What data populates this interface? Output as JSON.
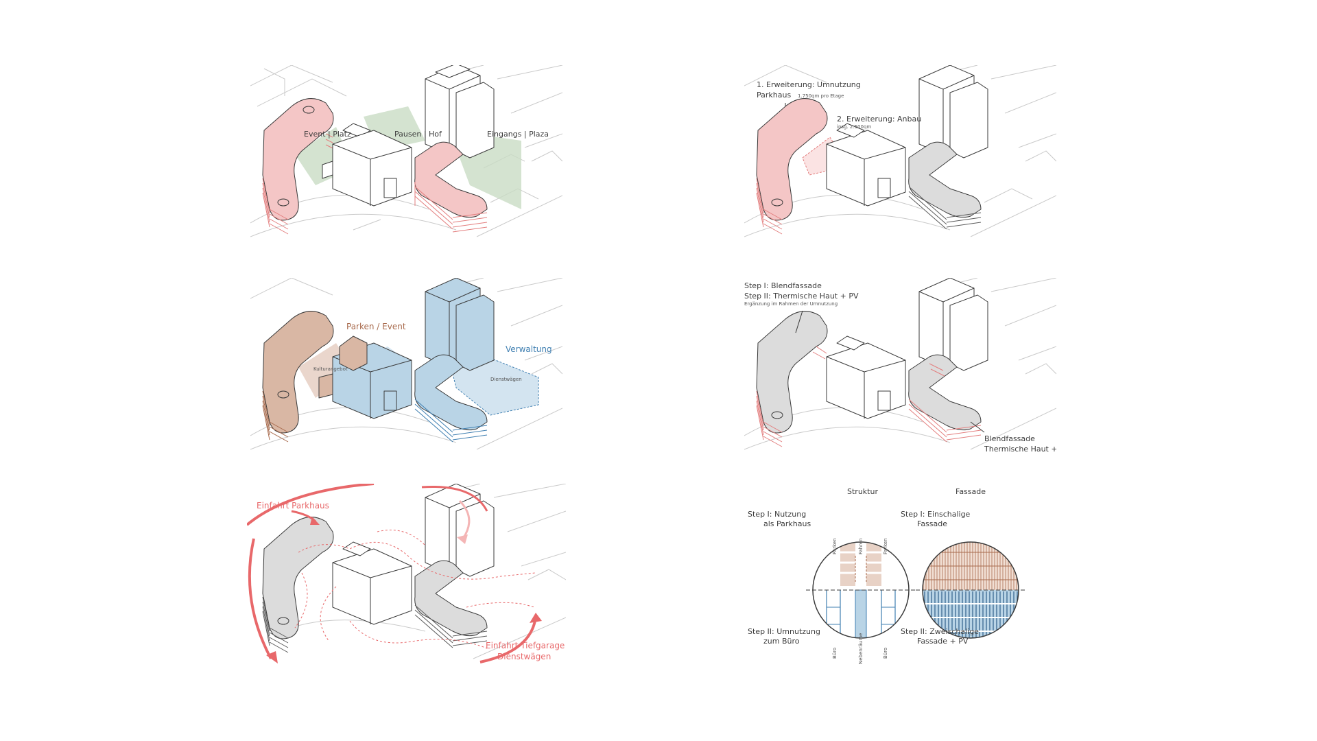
{
  "colors": {
    "pink": "#f4c6c6",
    "pink_line": "#e37e7e",
    "brown": "#d9b7a4",
    "brown_text": "#a86a4c",
    "blue": "#b9d4e6",
    "blue_text": "#3f7fb1",
    "green": "#c9dcc4",
    "red_arrow": "#e8686a",
    "grey_text": "#9a9a9a"
  },
  "panel1": {
    "labels": [
      "Event | Platz",
      "Pausen | Hof",
      "Eingangs | Plaza"
    ]
  },
  "panel2": {
    "ext1_line1": "1. Erweiterung: Umnutzung",
    "ext1_line2": "Parkhaus",
    "ext1_note": "1.750qm pro Etage",
    "ext2_line1": "2. Erweiterung: Anbau",
    "ext2_note": "insg. 2.500qm"
  },
  "panel3": {
    "parken_event": "Parken / Event",
    "kulturangebot": "Kulturangebot",
    "verwaltung": "Verwaltung",
    "dienstwaegen": "Dienstwägen"
  },
  "panel4": {
    "step1": "Step I:  Blendfassade",
    "step2": "Step II: Thermische Haut + PV",
    "step2_note": "Ergänzung im Rahmen der Umnutzung",
    "right_line1": "Blendfassade",
    "right_line2": "Thermische Haut + PV"
  },
  "panel5": {
    "einfahrt_parkhaus": "Einfahrt Parkhaus",
    "einfahrt_tiefgarage": "Einfahrt Tiefgarage",
    "dienstwaegen": "Dienstwägen"
  },
  "panel6": {
    "struktur": "Struktur",
    "fassade": "Fassade",
    "left_step1_l1": "Step I: Nutzung",
    "left_step1_l2": "als Parkhaus",
    "left_step2_l1": "Step II: Umnutzung",
    "left_step2_l2": "zum Büro",
    "right_step1_l1": "Step I: Einschalige",
    "right_step1_l2": "Fassade",
    "right_step2_l1": "Step II: Zweischalige",
    "right_step2_l2": "Fassade + PV",
    "v_parken_1": "Parken",
    "v_fahren": "Fahren",
    "v_parken_2": "Parken",
    "v_buero_1": "Büro",
    "v_nebenraeume": "Nebenräume",
    "v_buero_2": "Büro"
  }
}
